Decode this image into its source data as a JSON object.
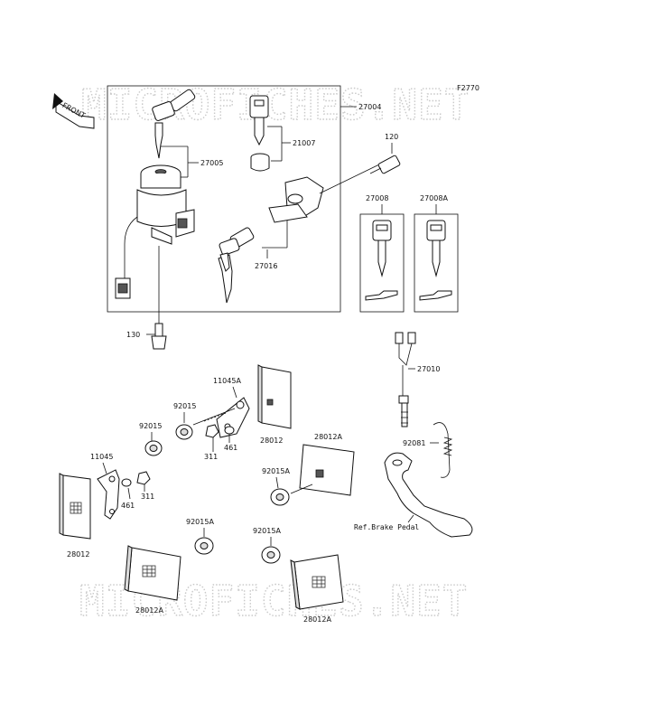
{
  "figure_code": "F2770",
  "watermark": "MICROFICHES.NET",
  "front_label": "FRONT",
  "parts": {
    "p27004": "27004",
    "p27005": "27005",
    "p21007": "21007",
    "p120": "120",
    "p27008": "27008",
    "p27008A": "27008A",
    "p27016": "27016",
    "p130": "130",
    "p27010": "27010",
    "p11045A": "11045A",
    "p92015_top": "92015",
    "p92015_left": "92015",
    "p461_top": "461",
    "p311_top": "311",
    "p28012_top": "28012",
    "p28012A_top": "28012A",
    "p11045": "11045",
    "p461_bot": "461",
    "p311_bot": "311",
    "p92015A_mid": "92015A",
    "p92081": "92081",
    "p28012_left": "28012",
    "p92015A_left": "92015A",
    "p92015A_right": "92015A",
    "p28012A_left": "28012A",
    "p28012A_right": "28012A"
  },
  "ref_note": "Ref.Brake Pedal"
}
